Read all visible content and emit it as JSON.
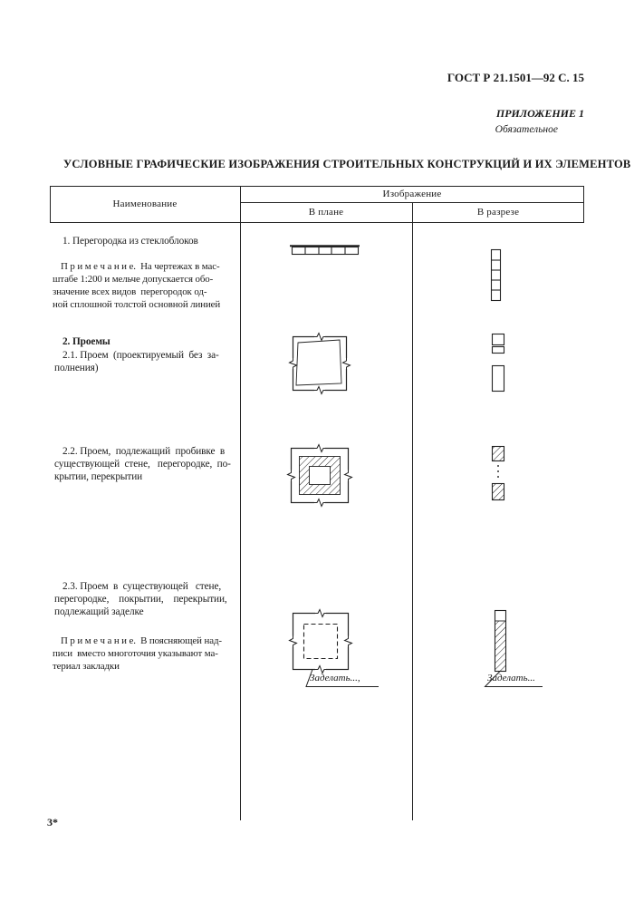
{
  "page": {
    "doc_ref": "ГОСТ Р 21.1501—92 С. 15",
    "appendix": "ПРИЛОЖЕНИЕ 1",
    "appendix_type": "Обязательное",
    "title": "УСЛОВНЫЕ ГРАФИЧЕСКИЕ ИЗОБРАЖЕНИЯ СТРОИТЕЛЬНЫХ КОНСТРУКЦИЙ И ИХ ЭЛЕМЕНТОВ",
    "footer_mark": "3*"
  },
  "table": {
    "header": {
      "name_col": "Наименование",
      "image_col": "Изображение",
      "plan_col": "В плане",
      "section_col": "В разрезе"
    },
    "rows": [
      {
        "name": "1. Перегородка из стеклоблоков",
        "note": "П р и м е ч а н и е.  На чертежах в мас-\nштабе 1:200 и мельче допускается обо-\nзначение всех видов  перегородок од-\nной сплошной толстой основной линией",
        "plan_drawing": "glass-block-partition-plan",
        "section_drawing": "glass-block-partition-section"
      },
      {
        "group": "2. Проемы",
        "name": "2.1. Проем  (проектируемый  без  за-\nполнения)",
        "plan_drawing": "designed-opening-plan",
        "section_drawing": "designed-opening-section"
      },
      {
        "name": "2.2. Проем,  подлежащий  пробивке  в\nсуществующей  стене,   перегородке,  по-\nкрытии, перекрытии",
        "plan_drawing": "opening-to-be-punched-plan",
        "section_drawing": "opening-to-be-punched-section"
      },
      {
        "name": "2.3. Проем  в  существующей   стене,\nперегородке,    покрытии,    перекрытии,\nподлежащий заделке",
        "note": "П р и м е ч а н и е.  В поясняющей над-\nписи  вместо многоточия указывают ма-\nтериал закладки",
        "plan_label": "Заделать...,",
        "section_label": "Заделать...",
        "plan_drawing": "opening-to-be-sealed-plan",
        "section_drawing": "opening-to-be-sealed-section"
      }
    ]
  }
}
